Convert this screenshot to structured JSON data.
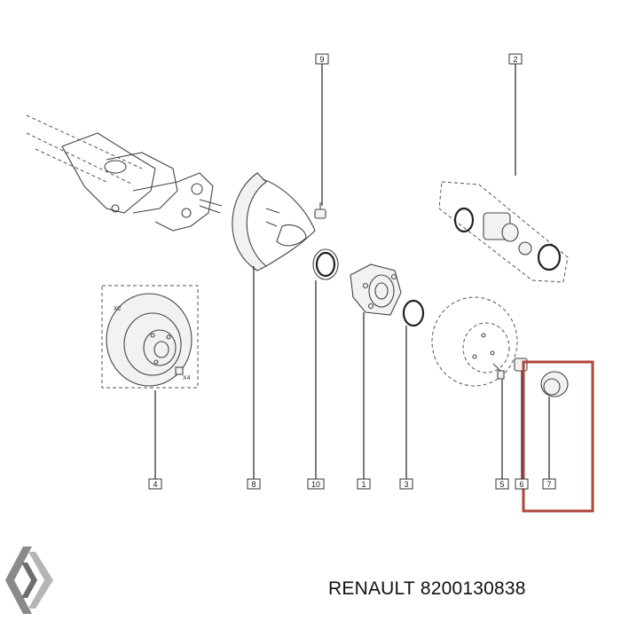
{
  "callouts": {
    "c1": "1",
    "c2": "2",
    "c3": "3",
    "c4": "4",
    "c5": "5",
    "c6": "6",
    "c7": "7",
    "c8": "8",
    "c9": "9",
    "c10": "10"
  },
  "disc_labels": {
    "qty_disc": "X2",
    "qty_bolt": "X4"
  },
  "footer": {
    "brand": "RENAULT",
    "part_number": "8200130838"
  },
  "colors": {
    "highlight": "#b0453a",
    "line": "#444444"
  },
  "icons": {
    "logo": "renault-diamond-logo"
  }
}
